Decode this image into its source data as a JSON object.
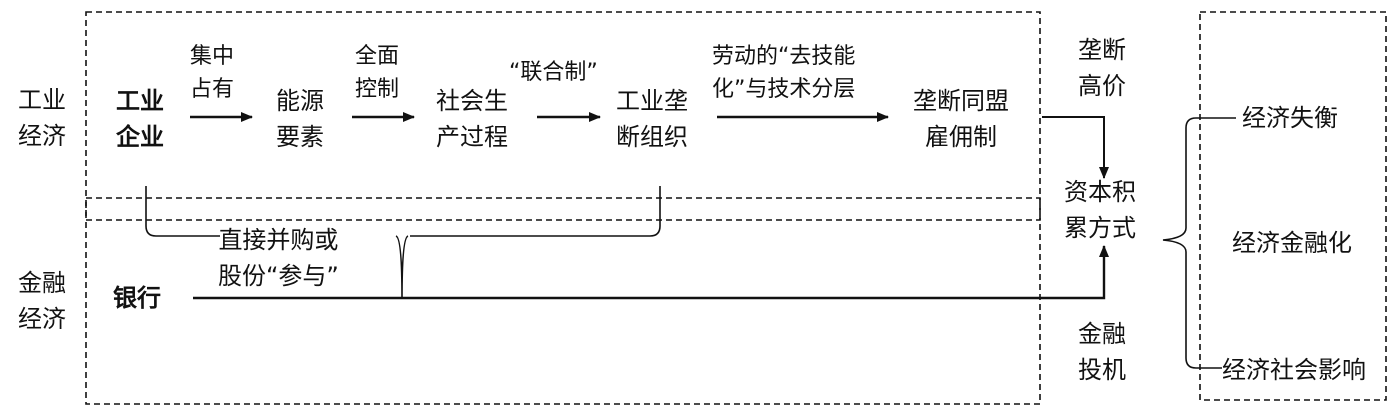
{
  "sections": {
    "industrial": "工业\n经济",
    "financial": "金融\n经济"
  },
  "nodes": {
    "industrial_enterprise": "工业\n企业",
    "energy": "能源\n要素",
    "social_production": "社会生\n产过程",
    "monopoly_org": "工业垄\n断组织",
    "monopoly_alliance": "垄断同盟\n雇佣制",
    "bank": "银行",
    "capital_accumulation": "资本积\n累方式"
  },
  "arrows": {
    "concentrate": "集中\n占有",
    "control": "全面\n控制",
    "combination": "“联合制”",
    "deskill": "劳动的“去技能\n化”与技术分层",
    "monopoly_price": "垄断\n高价",
    "merger": "直接并购或\n股份“参与”",
    "speculation": "金融\n投机"
  },
  "outcomes": {
    "imbalance": "经济失衡",
    "financialization": "经济金融化",
    "social_impact": "经济社会影响"
  }
}
